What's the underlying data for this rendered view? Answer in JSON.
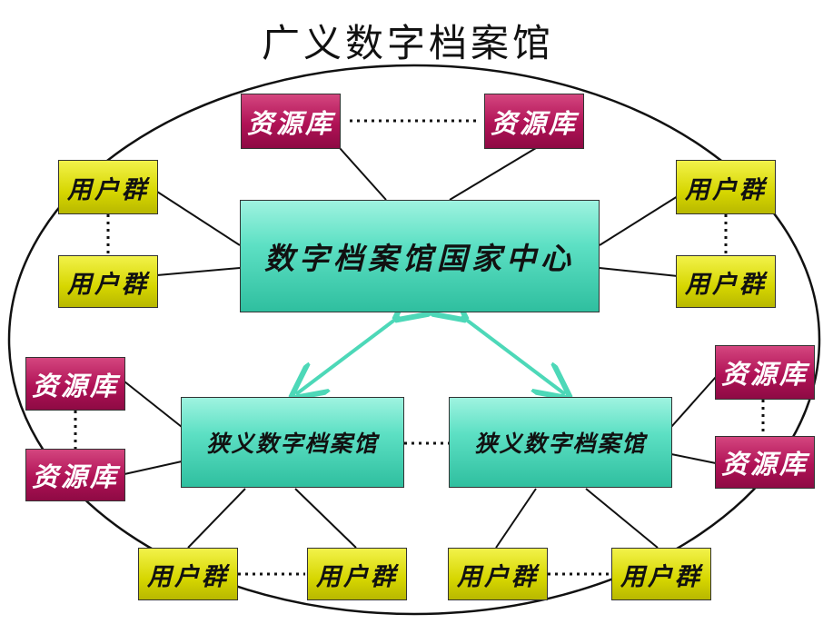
{
  "title": "广义数字档案馆",
  "center": "数字档案馆国家中心",
  "narrow_left": "狭义数字档案馆",
  "narrow_right": "狭义数字档案馆",
  "resource_label": "资源库",
  "user_label": "用户群",
  "colors": {
    "resource": "#b01256",
    "user": "#d6d600",
    "center": "#5de0c4",
    "arrow": "#4dd8b8",
    "lines": "#111111"
  }
}
